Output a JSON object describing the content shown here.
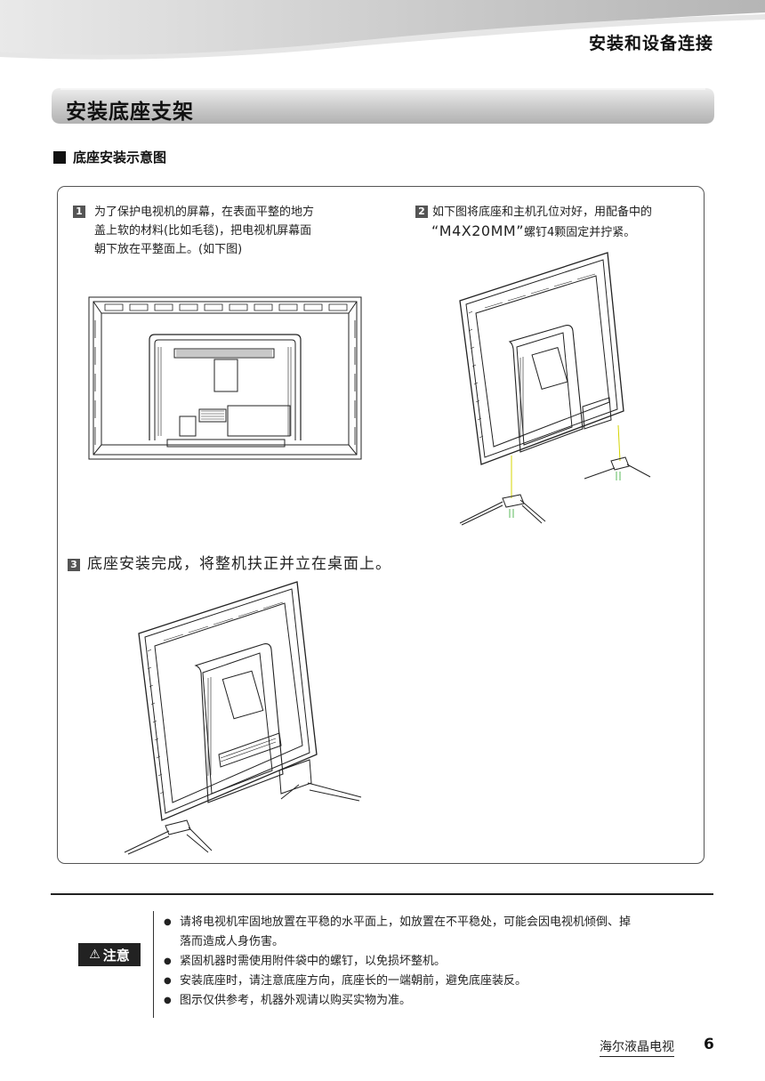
{
  "header": {
    "chapter_title": "安装和设备连接"
  },
  "section": {
    "title": "安装底座支架"
  },
  "subheading": "底座安装示意图",
  "steps": [
    {
      "num": "1",
      "lines": [
        "为了保护电视机的屏幕，在表面平整的地方",
        "盖上软的材料(比如毛毯)，把电视机屏幕面",
        "朝下放在平整面上。(如下图)"
      ]
    },
    {
      "num": "2",
      "line1": "如下图将底座和主机孔位对好，用配备中的",
      "line2_quote": "“M4X20MM”",
      "line2_rest": "螺钉4颗固定并拧紧。"
    },
    {
      "num": "3",
      "text": "底座安装完成，将整机扶正并立在桌面上。"
    }
  ],
  "caution": {
    "label": "注意",
    "icon": "warning-triangle-icon",
    "notes": [
      {
        "line1": "请将电视机牢固地放置在平稳的水平面上，如放置在不平稳处，可能会因电视机倾倒、掉",
        "line2": "落而造成人身伤害。"
      },
      {
        "line1": "紧固机器时需使用附件袋中的螺钉，以免损坏整机。"
      },
      {
        "line1": "安装底座时，请注意底座方向，底座长的一端朝前，避免底座装反。"
      },
      {
        "line1": "图示仅供参考，机器外观请以购买实物为准。"
      }
    ]
  },
  "footer": {
    "brand": "海尔液晶电视",
    "page_number": "6"
  },
  "colors": {
    "banner": "#cfcfcf",
    "box_border": "#555555",
    "text": "#222222",
    "screw_guide": "#d4d400"
  }
}
